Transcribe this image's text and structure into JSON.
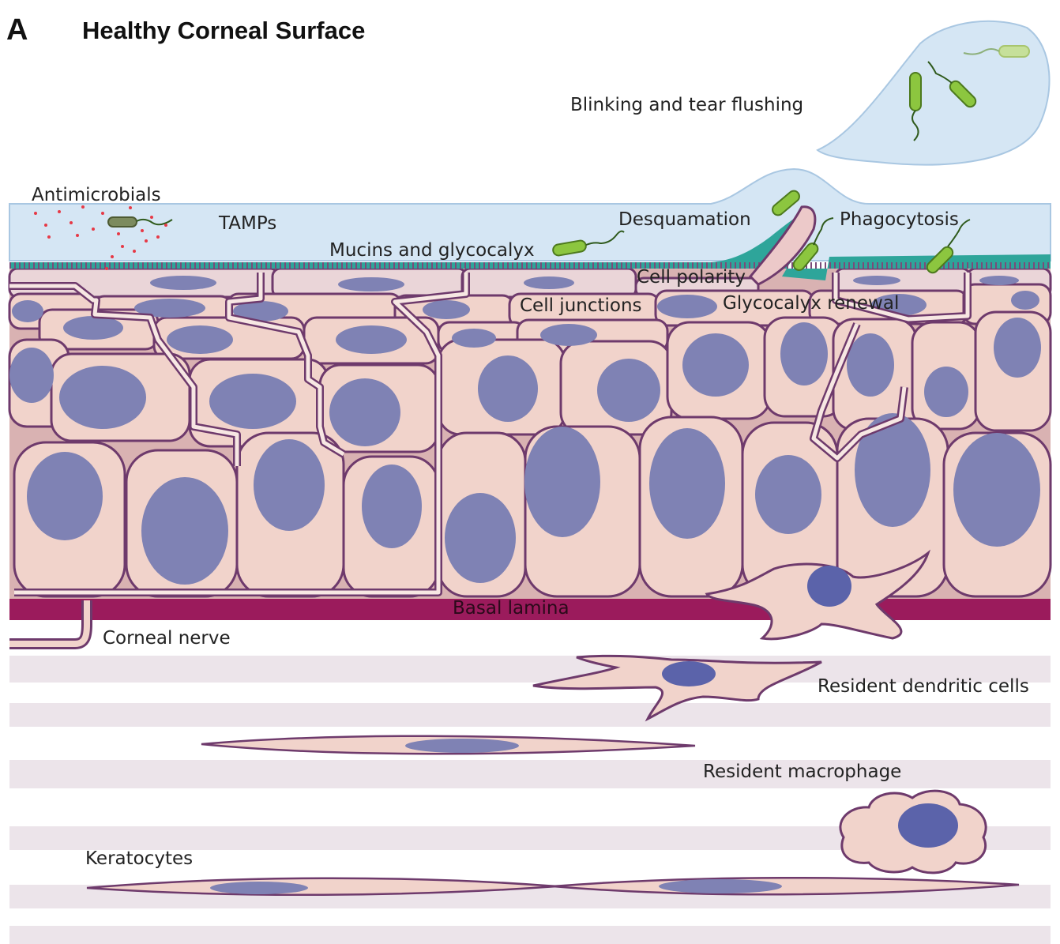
{
  "panel": {
    "letter": "A",
    "title": "Healthy Corneal Surface"
  },
  "labels": {
    "blinking": "Blinking and tear flushing",
    "antimicrobials": "Antimicrobials",
    "tamps": "TAMPs",
    "desquamation": "Desquamation",
    "phagocytosis": "Phagocytosis",
    "mucins": "Mucins and glycocalyx",
    "cell_polarity": "Cell polarity",
    "cell_junctions": "Cell junctions",
    "glycocalyx_renewal": "Glycocalyx renewal",
    "basal_lamina": "Basal lamina",
    "corneal_nerve": "Corneal nerve",
    "dendritic_cells": "Resident dendritic cells",
    "macrophage": "Resident macrophage",
    "keratocytes": "Keratocytes"
  },
  "colors": {
    "tear_film": "#d5e6f4",
    "glycocalyx": "#2ea59a",
    "cell_fill": "#f1d3cb",
    "cell_outline": "#6e3a6c",
    "nucleus": "#7f82b4",
    "basal_lamina": "#9b1b5c",
    "bacteria": "#8cc63f",
    "stroma_band": "#ece4ea",
    "antimicrobial_dots": "#e63946"
  }
}
